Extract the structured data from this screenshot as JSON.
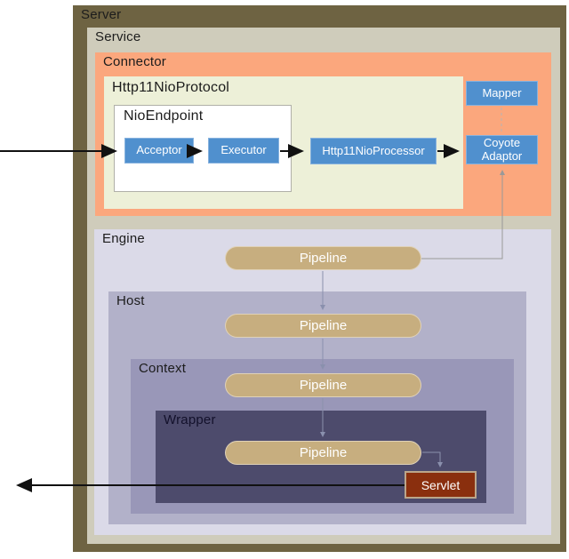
{
  "diagram": {
    "server": {
      "label": "Server"
    },
    "service": {
      "label": "Service"
    },
    "connector": {
      "label": "Connector",
      "protocol": {
        "label": "Http11NioProtocol",
        "endpoint": {
          "label": "NioEndpoint",
          "acceptor": "Acceptor",
          "executor": "Executor"
        },
        "processor": "Http11NioProcessor"
      },
      "mapper": "Mapper",
      "coyote_adaptor": "Coyote Adaptor"
    },
    "engine": {
      "label": "Engine",
      "pipeline": "Pipeline",
      "host": {
        "label": "Host",
        "pipeline": "Pipeline",
        "context": {
          "label": "Context",
          "pipeline": "Pipeline",
          "wrapper": {
            "label": "Wrapper",
            "pipeline": "Pipeline",
            "servlet": "Servlet"
          }
        }
      }
    },
    "colors": {
      "server_bg": "#6e6342",
      "service_bg": "#cfccbb",
      "connector_bg": "#fba77d",
      "protocol_bg": "#edf0d8",
      "endpoint_bg": "#ffffff",
      "engine_bg": "#dbdae8",
      "host_bg": "#b2b1c9",
      "context_bg": "#9997b8",
      "wrapper_bg": "#4d4b6c",
      "node_blue": "#5090ce",
      "pipeline_tan": "#c7ae7f",
      "servlet_red": "#8a2f0e",
      "request_arrow": "#111111",
      "flow_line": "#8a90ad",
      "mapper_dash_line": "#b5b5b5",
      "adaptor_line": "#999999"
    }
  }
}
